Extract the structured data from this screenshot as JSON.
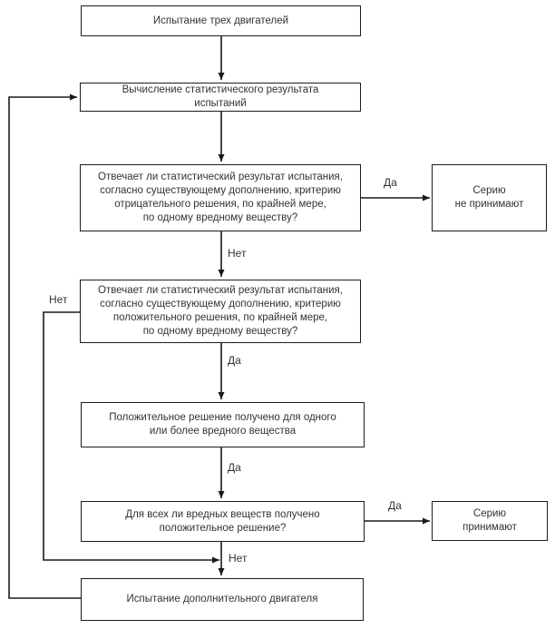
{
  "diagram": {
    "type": "flowchart",
    "language": "ru",
    "colors": {
      "background": "#ffffff",
      "line": "#1a1a1a",
      "text": "#333333"
    },
    "nodes": {
      "test_three_engines": {
        "label": "Испытание трех двигателей"
      },
      "compute_result": {
        "label": "Вычисление статистического результата\nиспытаний"
      },
      "q_negative": {
        "label": "Отвечает ли статистический результат испытания,\nсогласно существующему дополнению, критерию\nотрицательного решения, по крайней мере,\nпо одному вредному веществу?"
      },
      "series_rejected": {
        "label": "Серию\nне принимают"
      },
      "q_positive": {
        "label": "Отвечает ли статистический результат испытания,\nсогласно существующему дополнению, критерию\nположительного решения, по крайней мере,\nпо одному вредному веществу?"
      },
      "positive_for_one": {
        "label": "Положительное решение получено для одного\nили более вредного вещества"
      },
      "q_all_substances": {
        "label": "Для всех ли вредных веществ получено\nположительное решение?"
      },
      "series_accepted": {
        "label": "Серию\nпринимают"
      },
      "test_additional_engine": {
        "label": "Испытание дополнительного двигателя"
      }
    },
    "edges": [
      {
        "from": "test_three_engines",
        "to": "compute_result",
        "label": ""
      },
      {
        "from": "compute_result",
        "to": "q_negative",
        "label": ""
      },
      {
        "from": "q_negative",
        "to": "series_rejected",
        "label": "Да"
      },
      {
        "from": "q_negative",
        "to": "q_positive",
        "label": "Нет"
      },
      {
        "from": "q_positive",
        "to": "positive_for_one",
        "label": "Да"
      },
      {
        "from": "q_positive",
        "to": "test_additional_engine",
        "label": "Нет"
      },
      {
        "from": "positive_for_one",
        "to": "q_all_substances",
        "label": "Да"
      },
      {
        "from": "q_all_substances",
        "to": "series_accepted",
        "label": "Да"
      },
      {
        "from": "q_all_substances",
        "to": "test_additional_engine",
        "label": "Нет"
      },
      {
        "from": "test_additional_engine",
        "to": "compute_result",
        "label": ""
      }
    ]
  }
}
